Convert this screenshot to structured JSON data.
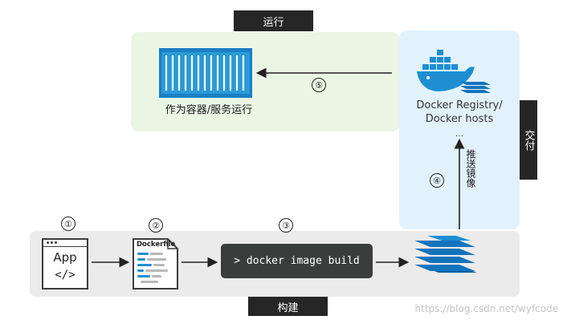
{
  "tags": {
    "run": "运行",
    "deliver": "交付",
    "build": "构建"
  },
  "steps": [
    "①",
    "②",
    "③",
    "④",
    "⑤"
  ],
  "app_box": {
    "title": "App",
    "code": "</>"
  },
  "dockerfile": {
    "title": "Dockerfile"
  },
  "command": "> docker image build",
  "container_label": "作为容器/服务运行",
  "registry": {
    "line1": "Docker Registry/",
    "line2": "Docker hosts",
    "ellipsis": "..."
  },
  "push_label": "推送镜像",
  "watermark": "https://blog.csdn.net/wyfcode",
  "colors": {
    "green_panel": "#eaf5e3",
    "blue_panel": "#e1f2fc",
    "gray_band": "#ebebeb",
    "dark": "#262626",
    "docker_blue": "#1d8fd1",
    "layer_blue": "#1273bd"
  }
}
